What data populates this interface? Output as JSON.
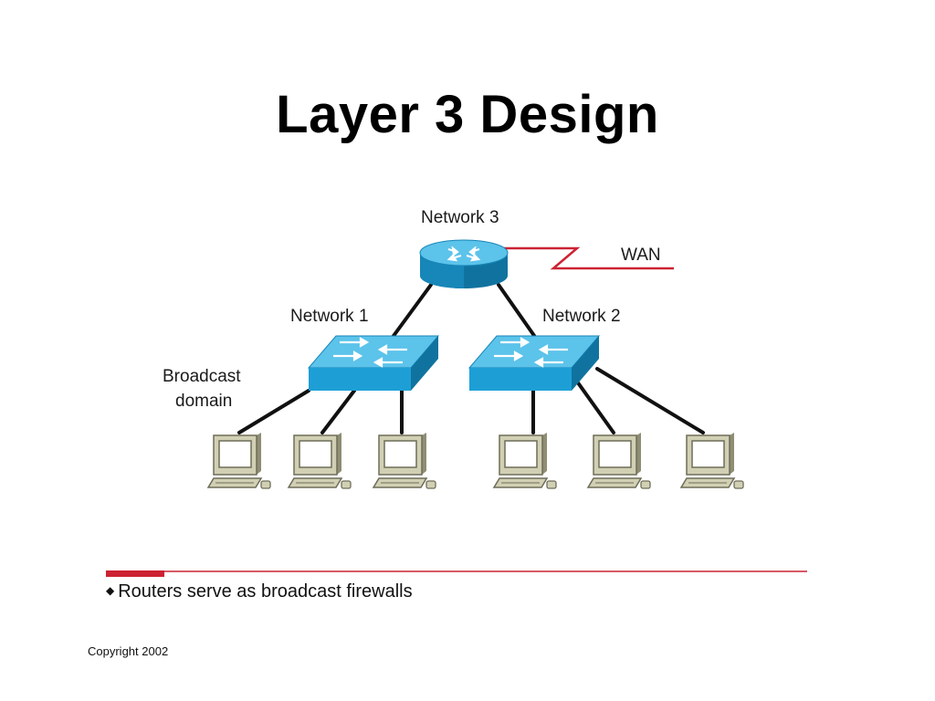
{
  "slide": {
    "title": "Layer 3 Design",
    "bullet": "Routers serve as broadcast firewalls",
    "bullet_marker": "◆",
    "copyright": "Copyright 2002"
  },
  "diagram": {
    "router_label": "Network 3",
    "wan_label": "WAN",
    "switch1_label": "Network 1",
    "switch2_label": "Network 2",
    "broadcast_label_line1": "Broadcast",
    "broadcast_label_line2": "domain"
  },
  "colors": {
    "device_blue": "#1d9fd6",
    "device_blue_dark": "#10739f",
    "device_blue_light": "#5cc3ea",
    "wan_line": "#cc2233",
    "accent_bar": "#cc2233",
    "computer_fill": "#d2d0b4",
    "computer_shadow": "#6e6d58"
  },
  "icons": {
    "router": "router-icon",
    "switch": "switch-icon",
    "computer": "computer-icon"
  }
}
